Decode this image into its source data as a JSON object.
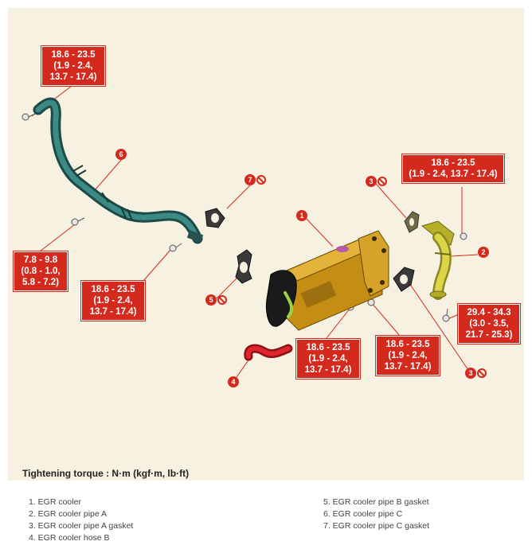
{
  "torque_specs": [
    {
      "id": "t1",
      "lines": [
        "18.6 - 23.5",
        "(1.9 - 2.4,",
        "13.7 - 17.4)"
      ]
    },
    {
      "id": "t2",
      "lines": [
        "18.6 - 23.5",
        "(1.9 - 2.4, 13.7 - 17.4)"
      ]
    },
    {
      "id": "t3",
      "lines": [
        "7.8 - 9.8",
        "(0.8 - 1.0,",
        "5.8 - 7.2)"
      ]
    },
    {
      "id": "t4",
      "lines": [
        "18.6 - 23.5",
        "(1.9 - 2.4,",
        "13.7 - 17.4)"
      ]
    },
    {
      "id": "t5",
      "lines": [
        "18.6 - 23.5",
        "(1.9 - 2.4,",
        "13.7 - 17.4)"
      ]
    },
    {
      "id": "t6",
      "lines": [
        "18.6 - 23.5",
        "(1.9 - 2.4,",
        "13.7 - 17.4)"
      ]
    },
    {
      "id": "t7",
      "lines": [
        "29.4 - 34.3",
        "(3.0 - 3.5,",
        "21.7 - 25.3)"
      ]
    }
  ],
  "callouts": [
    {
      "id": "c6",
      "label": "6"
    },
    {
      "id": "c7",
      "label": "7"
    },
    {
      "id": "c1",
      "label": "1"
    },
    {
      "id": "c3a",
      "label": "3"
    },
    {
      "id": "c2",
      "label": "2"
    },
    {
      "id": "c5",
      "label": "5"
    },
    {
      "id": "c4",
      "label": "4"
    },
    {
      "id": "c3b",
      "label": "3"
    }
  ],
  "caption": "Tightening torque : N·m (kgf·m, lb·ft)",
  "legend": {
    "left": [
      "1. EGR cooler",
      "2. EGR cooler pipe A",
      "3. EGR cooler pipe A gasket",
      "4. EGR cooler hose B"
    ],
    "right": [
      "5. EGR cooler pipe B gasket",
      "6. EGR cooler pipe C",
      "7. EGR cooler pipe C gasket"
    ]
  },
  "colors": {
    "background": "#f6f1e1",
    "label_red": "#d42a1e",
    "pipe_c": "#2f6e6a",
    "pipe_a": "#c9c43a",
    "cooler_body": "#d6a020",
    "hose_b": "#d8232a"
  }
}
